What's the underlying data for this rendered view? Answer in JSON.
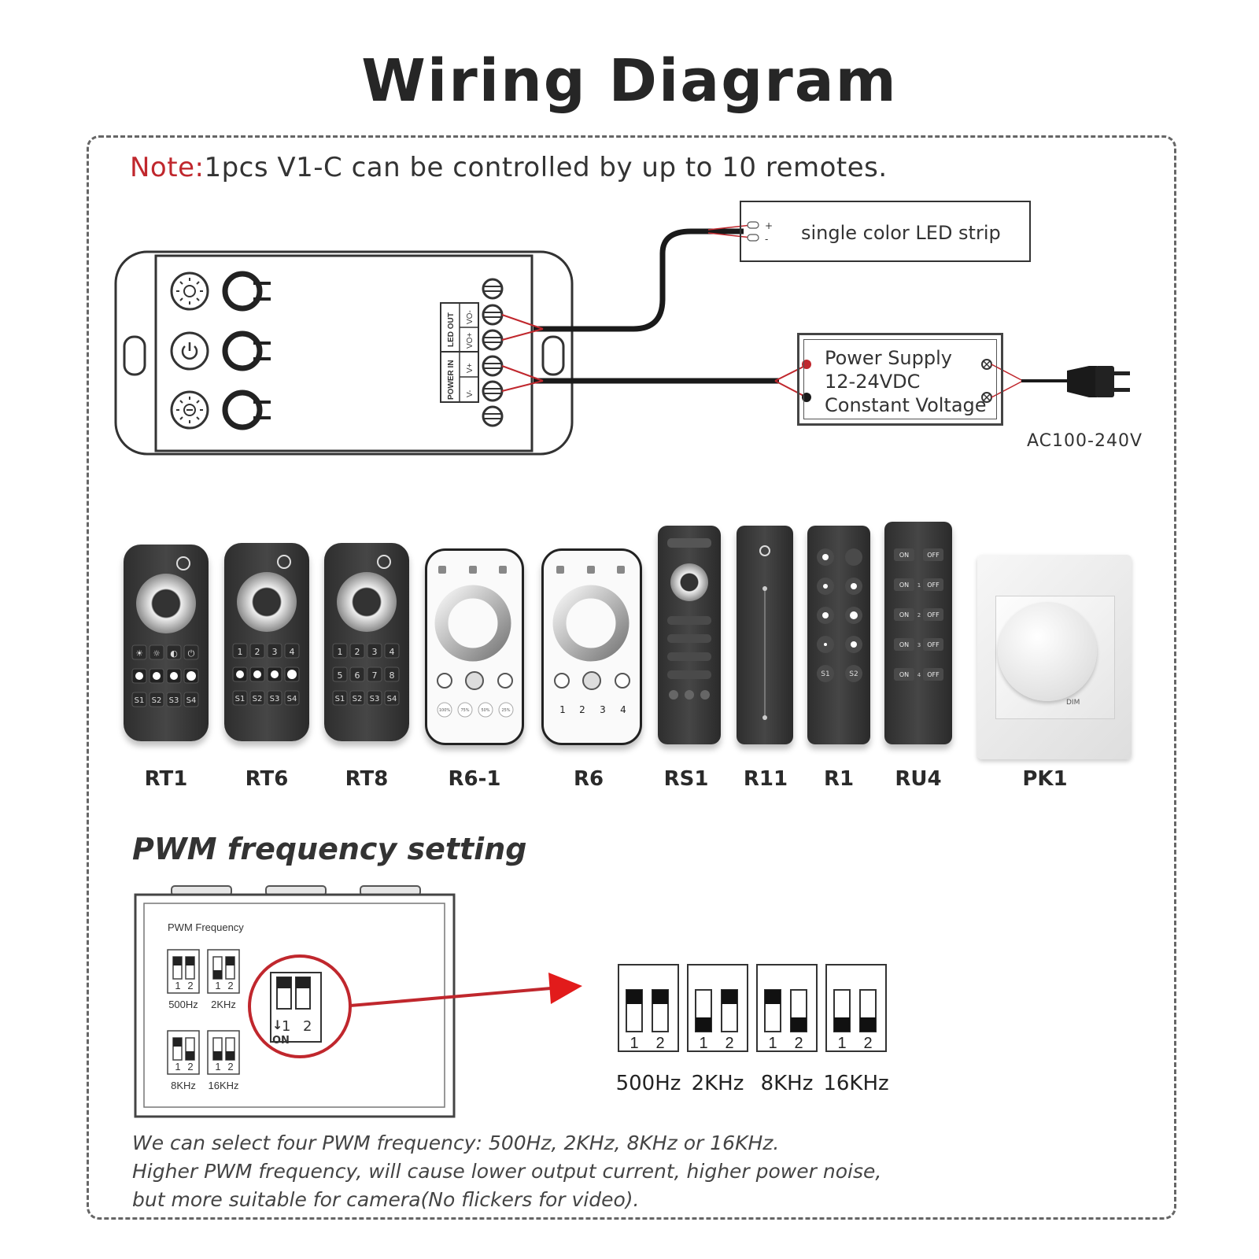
{
  "title": "Wiring Diagram",
  "note": {
    "label": "Note:",
    "text": "1pcs V1-C can be controlled by up to 10 remotes."
  },
  "led_strip": {
    "label": "single color LED strip"
  },
  "power_supply": {
    "line1": "Power Supply",
    "line2": "12-24VDC",
    "line3": "Constant Voltage"
  },
  "ac_input": "AC100-240V",
  "controller": {
    "led_out": "LED OUT",
    "power_in": "POWER IN",
    "terminals": [
      "VO-",
      "VO+",
      "V+",
      "V-"
    ]
  },
  "remotes": [
    {
      "name": "RT1",
      "style": "dark"
    },
    {
      "name": "RT6",
      "style": "dark"
    },
    {
      "name": "RT8",
      "style": "dark"
    },
    {
      "name": "R6-1",
      "style": "white"
    },
    {
      "name": "R6",
      "style": "white"
    },
    {
      "name": "RS1",
      "style": "dark"
    },
    {
      "name": "R11",
      "style": "dark"
    },
    {
      "name": "R1",
      "style": "dark"
    },
    {
      "name": "RU4",
      "style": "dark"
    },
    {
      "name": "PK1",
      "style": "panel"
    }
  ],
  "pk1_dim_label": "DIM",
  "remote_keys": {
    "rt1_row1": [
      "☀",
      "☼",
      "◐",
      "⏻"
    ],
    "num_row1": [
      "1",
      "2",
      "3",
      "4"
    ],
    "num_row2": [
      "5",
      "6",
      "7",
      "8"
    ],
    "s_keys": [
      "S1",
      "S2",
      "S3",
      "S4"
    ],
    "r6_pct": [
      "100%",
      "75%",
      "50%",
      "25%"
    ],
    "r6_nums": [
      "1",
      "2",
      "3",
      "4"
    ],
    "r1_s": [
      "S1",
      "S2"
    ],
    "ru4_on": "ON",
    "ru4_off": "OFF",
    "ru4_zones": [
      "1",
      "2",
      "3",
      "4"
    ]
  },
  "pwm": {
    "section_title": "PWM frequency setting",
    "box_label": "PWM Frequency",
    "switch_numbers": [
      "1",
      "2"
    ],
    "zoom_on": "ON",
    "settings": [
      {
        "label": "500Hz",
        "sw1": "up",
        "sw2": "up"
      },
      {
        "label": "2KHz",
        "sw1": "down",
        "sw2": "up"
      },
      {
        "label": "8KHz",
        "sw1": "up",
        "sw2": "down"
      },
      {
        "label": "16KHz",
        "sw1": "down",
        "sw2": "down"
      }
    ],
    "description": [
      "We can select four PWM frequency: 500Hz, 2KHz, 8KHz or 16KHz.",
      "Higher PWM frequency, will cause lower output current, higher power noise,",
      "but more suitable for camera(No flickers for video)."
    ]
  },
  "colors": {
    "accent": "#c0272d",
    "wire": "#1a1a1a",
    "remote_dark": "#3a3a3a"
  }
}
